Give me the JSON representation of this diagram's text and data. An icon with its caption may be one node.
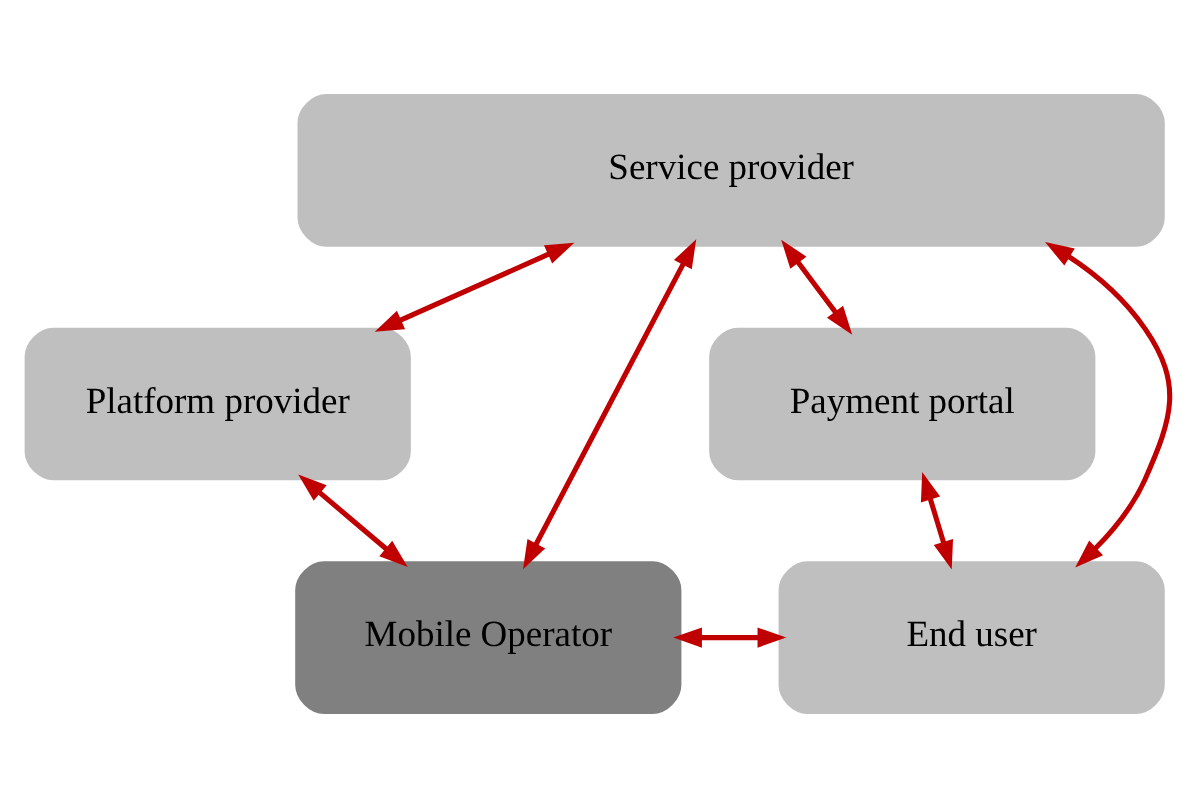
{
  "diagram": {
    "nodes": [
      {
        "text": [
          "Service provider"
        ]
      },
      {
        "text": [
          "Platform provider"
        ]
      },
      {
        "text": [
          "Payment portal"
        ]
      },
      {
        "text": [
          "Mobile Operator"
        ]
      },
      {
        "text": [
          "End user"
        ]
      }
    ],
    "edges": [
      {
        "from": 0,
        "to": 1,
        "arrow": "both",
        "color": "#c00000"
      },
      {
        "from": 0,
        "to": 2,
        "arrow": "both",
        "color": "#c00000"
      },
      {
        "from": 1,
        "to": 3,
        "arrow": "both",
        "color": "#c00000"
      },
      {
        "from": 2,
        "to": 4,
        "arrow": "both",
        "color": "#c00000"
      },
      {
        "from": 3,
        "to": 4,
        "arrow": "both",
        "color": "#c00000"
      },
      {
        "from": 0,
        "to": 3,
        "arrow": "both",
        "color": "#c00000"
      },
      {
        "from": 0,
        "to": 4,
        "arrow": "both",
        "color": "#c00000"
      }
    ]
  }
}
